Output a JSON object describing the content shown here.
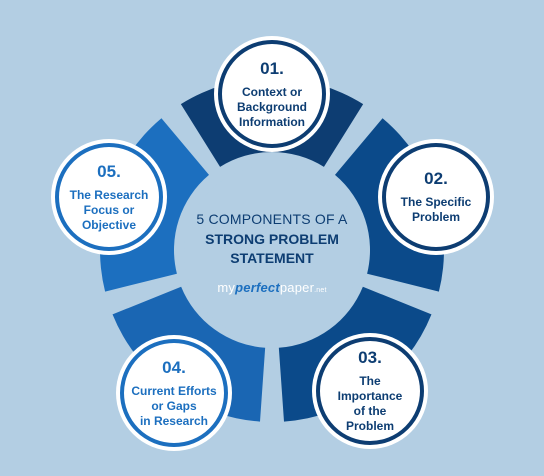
{
  "center": {
    "title_line1": "5 COMPONENTS OF A",
    "title_line2": "STRONG PROBLEM\nSTATEMENT"
  },
  "logo": {
    "part1": "my",
    "part2": "perfect",
    "part3": "paper",
    "part4": ".net"
  },
  "components": [
    {
      "number": "01.",
      "label": "Context or\nBackground\nInformation"
    },
    {
      "number": "02.",
      "label": "The Specific\nProblem"
    },
    {
      "number": "03.",
      "label": "The Importance\nof the\nProblem"
    },
    {
      "number": "04.",
      "label": "Current Efforts\nor Gaps\nin Research"
    },
    {
      "number": "05.",
      "label": "The Research\nFocus or\nObjective"
    }
  ],
  "colors": {
    "background": "#b3cee3",
    "dark_blue": "#0d3d72",
    "medium_blue": "#0b4a8a",
    "light_blue": "#1c6fbf",
    "white": "#ffffff"
  }
}
